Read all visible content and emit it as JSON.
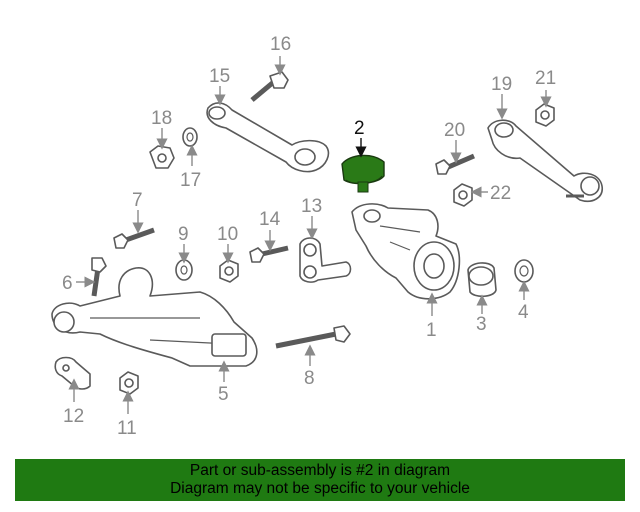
{
  "diagram": {
    "highlight_color": "#2a7a17",
    "callouts": [
      {
        "id": "1",
        "text": "1"
      },
      {
        "id": "2",
        "text": "2",
        "highlighted": true
      },
      {
        "id": "3",
        "text": "3"
      },
      {
        "id": "4",
        "text": "4"
      },
      {
        "id": "5",
        "text": "5"
      },
      {
        "id": "6",
        "text": "6"
      },
      {
        "id": "7",
        "text": "7"
      },
      {
        "id": "8",
        "text": "8"
      },
      {
        "id": "9",
        "text": "9"
      },
      {
        "id": "10",
        "text": "10"
      },
      {
        "id": "11",
        "text": "11"
      },
      {
        "id": "12",
        "text": "12"
      },
      {
        "id": "13",
        "text": "13"
      },
      {
        "id": "14",
        "text": "14"
      },
      {
        "id": "15",
        "text": "15"
      },
      {
        "id": "16",
        "text": "16"
      },
      {
        "id": "17",
        "text": "17"
      },
      {
        "id": "18",
        "text": "18"
      },
      {
        "id": "19",
        "text": "19"
      },
      {
        "id": "20",
        "text": "20"
      },
      {
        "id": "21",
        "text": "21"
      },
      {
        "id": "22",
        "text": "22"
      }
    ]
  },
  "banner": {
    "background": "#1f7a12",
    "line1": "Part or sub-assembly is #2 in diagram",
    "line2": "Diagram may not be specific to your vehicle"
  }
}
